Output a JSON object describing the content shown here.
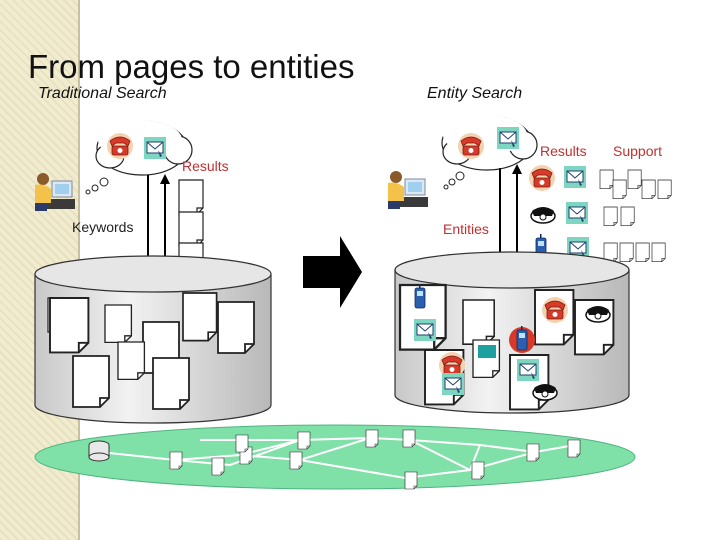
{
  "slide": {
    "title": "From pages to entities",
    "left_heading": "Traditional Search",
    "right_heading": "Entity Search"
  },
  "labels": {
    "results_left": "Results",
    "keywords": "Keywords",
    "entities": "Entities",
    "results_right": "Results",
    "support": "Support"
  },
  "colors": {
    "sidebar": "#f1ecd0",
    "web_green": "#7fe0a8",
    "results_label": "#c03030",
    "phone_red": "#d83a2a",
    "arrow_black": "#000000"
  },
  "icons": [
    "person-at-computer-icon",
    "thought-cloud-icon",
    "telephone-icon",
    "email-icon",
    "document-icon",
    "database-icon",
    "mobile-phone-icon",
    "network-globe-icon",
    "big-right-arrow-icon"
  ]
}
